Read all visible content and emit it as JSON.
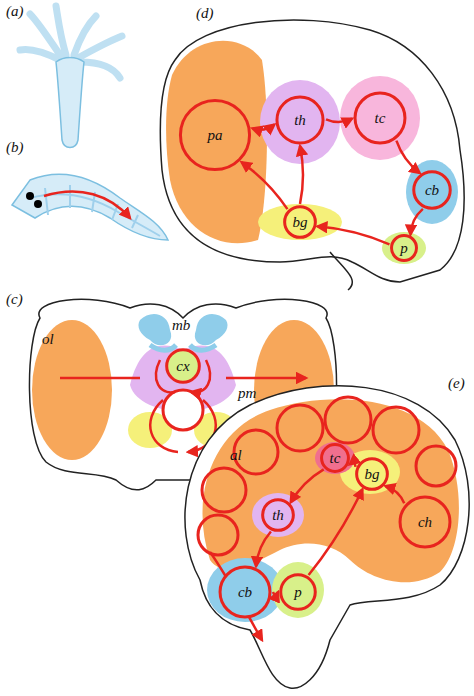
{
  "diagram": {
    "nodes": [
      {
        "text": [
          "pa"
        ]
      },
      {
        "text": [
          "th"
        ]
      },
      {
        "text": [
          "tc"
        ]
      },
      {
        "text": [
          "cb"
        ]
      },
      {
        "text": [
          "bg"
        ]
      },
      {
        "text": [
          "p"
        ]
      },
      {
        "text": [
          "cx"
        ]
      },
      {
        "text": [
          "tc"
        ]
      },
      {
        "text": [
          "bg"
        ]
      },
      {
        "text": [
          "th"
        ]
      },
      {
        "text": [
          "ch"
        ]
      },
      {
        "text": [
          "cb"
        ]
      },
      {
        "text": [
          "p"
        ]
      }
    ],
    "edges": [
      {
        "from": 0,
        "to": 1,
        "arrow": "both"
      },
      {
        "from": 1,
        "to": 2,
        "arrow": "to"
      },
      {
        "from": 2,
        "to": 3,
        "arrow": "to"
      },
      {
        "from": 3,
        "to": 5,
        "arrow": "to"
      },
      {
        "from": 5,
        "to": 4,
        "arrow": "to"
      },
      {
        "from": 4,
        "to": 0,
        "arrow": "to"
      },
      {
        "from": 4,
        "to": 1,
        "arrow": "to"
      },
      {
        "from": 10,
        "to": 8,
        "arrow": "to"
      },
      {
        "from": 8,
        "to": 7,
        "arrow": "to"
      },
      {
        "from": 7,
        "to": 9,
        "arrow": "to"
      },
      {
        "from": 9,
        "to": 11,
        "arrow": "to"
      },
      {
        "from": 11,
        "to": 12,
        "arrow": "to"
      },
      {
        "from": 12,
        "to": 8,
        "arrow": "to"
      }
    ],
    "labels": [
      "(a)",
      "(b)",
      "(c)",
      "(d)",
      "(e)",
      "ol",
      "mb",
      "pm",
      "al"
    ]
  }
}
